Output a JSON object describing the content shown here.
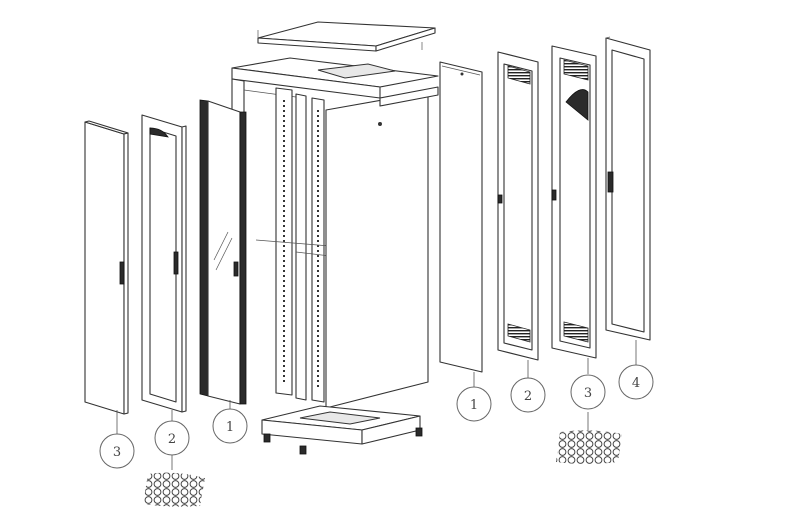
{
  "callouts_left": [
    "3",
    "2",
    "1"
  ],
  "callouts_right": [
    "1",
    "2",
    "3",
    "4"
  ],
  "colors": {
    "line": "#333333",
    "fill": "#ffffff",
    "glass": "#2b2b2b",
    "mesh": "#444444"
  },
  "icons": [
    "honeycomb-mesh-swatch",
    "door-handle",
    "ventilation-grille"
  ]
}
